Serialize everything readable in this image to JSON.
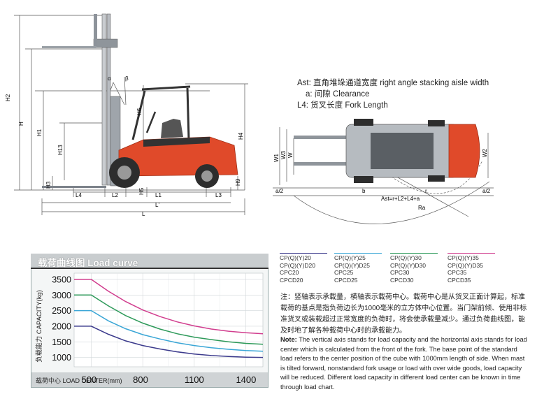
{
  "legend": {
    "ast": "Ast: 直角堆垛通道宽度 right angle stacking aisle width",
    "a": "a: 间隙 Clearance",
    "l4": "L4: 货叉长度 Fork Length"
  },
  "dims": {
    "h2": "H2",
    "h": "H",
    "h1": "H1",
    "h13": "H13",
    "h3": "H3",
    "h6": "H6",
    "h4": "H4",
    "h5": "H5",
    "h9": "H9",
    "alpha": "α",
    "beta": "β",
    "l4": "L4",
    "l2": "L2",
    "l1": "L1",
    "l3": "L3",
    "lp": "L'",
    "l": "L",
    "w1": "W1",
    "w3": "W3",
    "w": "W",
    "w2": "W2",
    "a2l": "a/2",
    "a2r": "a/2",
    "b": "b",
    "r": "r",
    "ra": "Ra",
    "ast_formula": "Ast=r+L2+L4+a"
  },
  "panel": {
    "title": "载荷曲线图 Load curve"
  },
  "series_names": [
    {
      "lines": [
        "CP(Q)(Y)20",
        "CP(Q)(Y)D20",
        "CPC20",
        "CPCD20"
      ],
      "color": "#3b3a8c"
    },
    {
      "lines": [
        "CP(Q)(Y)25",
        "CP(Q)(Y)D25",
        "CPC25",
        "CPCD25"
      ],
      "color": "#3aa6d6"
    },
    {
      "lines": [
        "CP(Q)(Y)30",
        "CP(Q)(Y)D30",
        "CPC30",
        "CPCD30"
      ],
      "color": "#2e9a5a"
    },
    {
      "lines": [
        "CP(Q)(Y)35",
        "CP(Q)(Y)D35",
        "CPC35",
        "CPCD35"
      ],
      "color": "#d13d8e"
    }
  ],
  "note_cn": "注：竖轴表示承载量，横轴表示载荷中心。载荷中心是从货叉正面计算起，标准载荷的基点是指负荷边长为1000毫米的立方体中心位置。当门架前倾、使用非标准货叉或装载超过正常宽度的负荷时，将会使承载量减少。通过负荷曲线图，能及时地了解各种载荷中心时的承载能力。",
  "note_en_label": "Note:",
  "note_en": "The vertical axis stands for load capacity and the horizontal axis stands for load center which is calculated from the front of the fork. The base point of the standard load refers to the center position of the cube with 1000mm length of side. When mast is tilted forward, nonstandard fork usage or load with over wide goods, load capacity will be reduced. Different load capacity in different load center can be known in time through load chart.",
  "chart_data": {
    "type": "line",
    "title": "载荷曲线图 Load curve",
    "xlabel": "载荷中心 LOAD CENTER(mm)",
    "ylabel": "负载能力 CAPACITY(kg)",
    "x_ticks": [
      500,
      800,
      1100,
      1400
    ],
    "y_ticks": [
      1000,
      1500,
      2000,
      2500,
      3000,
      3500
    ],
    "xlim": [
      400,
      1500
    ],
    "ylim": [
      700,
      3700
    ],
    "grid": true,
    "series": [
      {
        "name": "CP(Q)(Y)20 / CP(Q)(Y)D20 / CPC20 / CPCD20",
        "color": "#3b3a8c",
        "x": [
          400,
          500,
          600,
          700,
          800,
          900,
          1000,
          1100,
          1200,
          1300,
          1400,
          1500
        ],
        "y": [
          2000,
          2000,
          1740,
          1530,
          1380,
          1270,
          1180,
          1110,
          1060,
          1030,
          1010,
          1000
        ]
      },
      {
        "name": "CP(Q)(Y)25 / CP(Q)(Y)D25 / CPC25 / CPCD25",
        "color": "#3aa6d6",
        "x": [
          400,
          500,
          600,
          700,
          800,
          900,
          1000,
          1100,
          1200,
          1300,
          1400,
          1500
        ],
        "y": [
          2500,
          2500,
          2170,
          1920,
          1730,
          1590,
          1470,
          1380,
          1310,
          1260,
          1220,
          1200
        ]
      },
      {
        "name": "CP(Q)(Y)30 / CP(Q)(Y)D30 / CPC30 / CPCD30",
        "color": "#2e9a5a",
        "x": [
          400,
          500,
          600,
          700,
          800,
          900,
          1000,
          1100,
          1200,
          1300,
          1400,
          1500
        ],
        "y": [
          3000,
          3000,
          2650,
          2340,
          2100,
          1910,
          1760,
          1650,
          1570,
          1500,
          1450,
          1420
        ]
      },
      {
        "name": "CP(Q)(Y)35 / CP(Q)(Y)D35 / CPC35 / CPCD35",
        "color": "#d13d8e",
        "x": [
          400,
          500,
          600,
          700,
          800,
          900,
          1000,
          1100,
          1200,
          1300,
          1400,
          1500
        ],
        "y": [
          3500,
          3500,
          3120,
          2790,
          2520,
          2310,
          2140,
          2010,
          1910,
          1840,
          1790,
          1760
        ]
      }
    ]
  }
}
